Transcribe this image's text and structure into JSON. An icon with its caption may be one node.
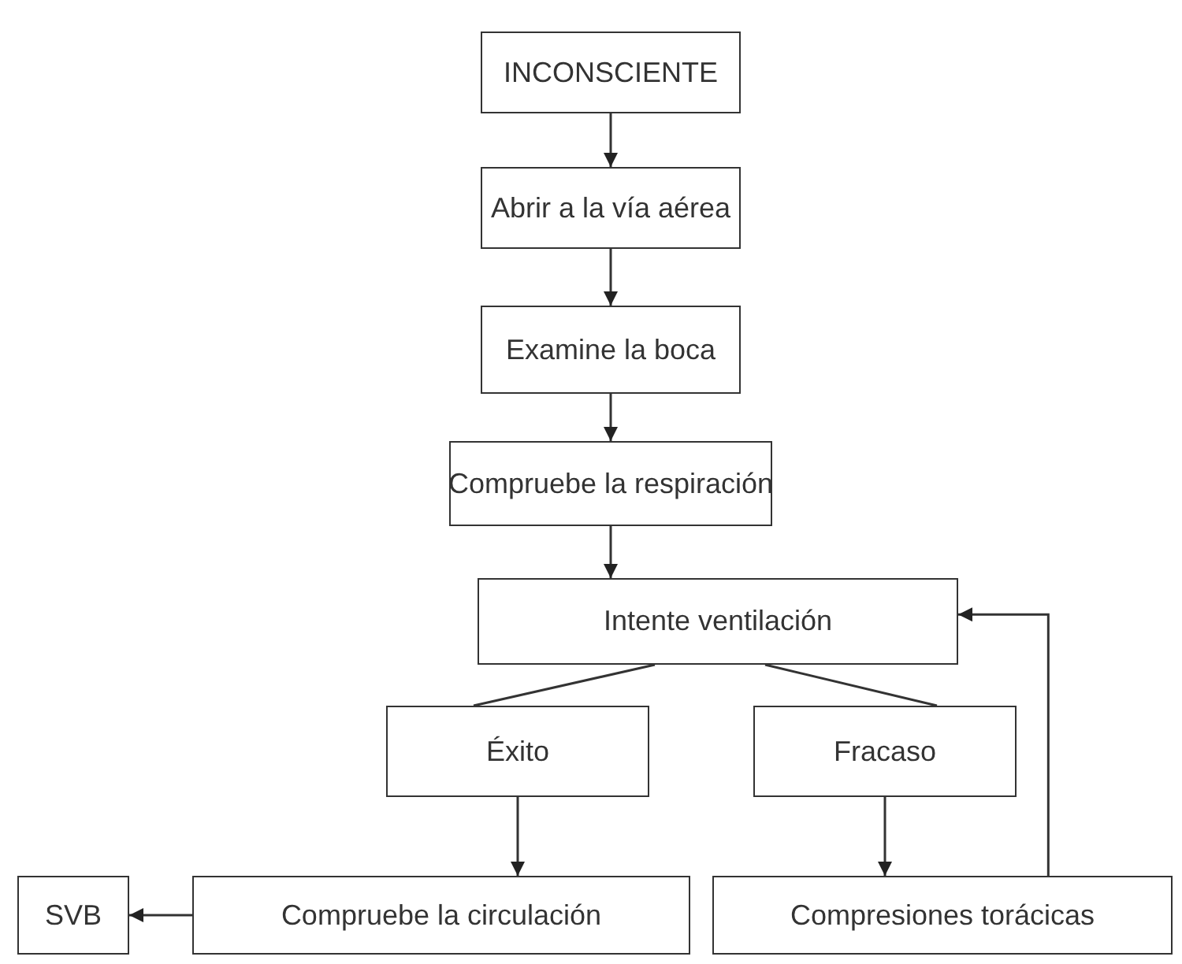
{
  "diagram": {
    "nodes": [
      {
        "text": [
          "INCONSCIENTE"
        ]
      },
      {
        "text": [
          "Abrir a la vía aérea"
        ]
      },
      {
        "text": [
          "Examine la boca"
        ]
      },
      {
        "text": [
          "Compruebe la respiración"
        ]
      },
      {
        "text": [
          "Intente ventilación"
        ]
      },
      {
        "text": [
          "Éxito"
        ]
      },
      {
        "text": [
          "Fracaso"
        ]
      },
      {
        "text": [
          "SVB"
        ]
      },
      {
        "text": [
          "Compruebe la circulación"
        ]
      },
      {
        "text": [
          "Compresiones torácicas"
        ]
      }
    ],
    "edges": [
      {
        "from": 0,
        "to": 1,
        "arrow": "to"
      },
      {
        "from": 1,
        "to": 2,
        "arrow": "to"
      },
      {
        "from": 2,
        "to": 3,
        "arrow": "to"
      },
      {
        "from": 3,
        "to": 4,
        "arrow": "to"
      },
      {
        "from": 4,
        "to": 5,
        "arrow": "none"
      },
      {
        "from": 4,
        "to": 6,
        "arrow": "none"
      },
      {
        "from": 5,
        "to": 8,
        "arrow": "to"
      },
      {
        "from": 6,
        "to": 9,
        "arrow": "to"
      },
      {
        "from": 8,
        "to": 7,
        "arrow": "to"
      },
      {
        "from": 9,
        "to": 4,
        "arrow": "to"
      }
    ]
  }
}
